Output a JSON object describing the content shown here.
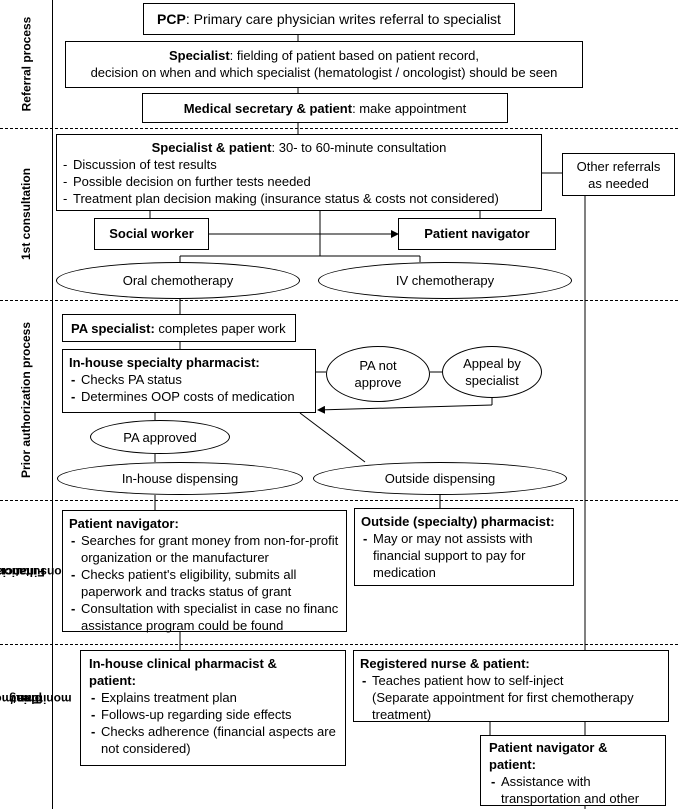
{
  "sections": {
    "referral": "Referral process",
    "consult": "1st consultation",
    "prior": "Prior authorization process",
    "financial_1": "Financial",
    "financial_2": "consultation",
    "treatment_1": "Treatment",
    "treatment_2": "plan /",
    "treatment_3": "monitoring"
  },
  "referral": {
    "pcp_bold": "PCP",
    "pcp_text": ": Primary care physician writes referral to specialist",
    "spec_bold": "Specialist",
    "spec_text1": ": fielding of patient based on patient record,",
    "spec_text2": "decision on when and which specialist (hematologist / oncologist) should be seen",
    "sec_bold": "Medical secretary & patient",
    "sec_text": ": make appointment"
  },
  "consult": {
    "head_bold": "Specialist & patient",
    "head_text": ": 30- to 60-minute consultation",
    "items": [
      "Discussion of test results",
      "Possible decision on further tests needed",
      "Treatment plan decision making (insurance status & costs not considered)"
    ],
    "other_1": "Other referrals",
    "other_2": "as needed",
    "social": "Social worker",
    "navigator": "Patient navigator",
    "oral": "Oral chemotherapy",
    "iv": "IV chemotherapy"
  },
  "prior": {
    "pa_bold": "PA specialist:",
    "pa_text": " completes paper work",
    "pharm_title": "In-house specialty pharmacist:",
    "pharm_items": [
      "Checks PA status",
      "Determines OOP costs of medication"
    ],
    "not_approve_1": "PA not",
    "not_approve_2": "approve",
    "appeal_1": "Appeal by",
    "appeal_2": "specialist",
    "approved": "PA approved",
    "inhouse": "In-house dispensing",
    "outside": "Outside dispensing"
  },
  "financial": {
    "nav_title": "Patient navigator:",
    "nav_items": [
      "Searches for grant money from non-for-profit organization or the manufacturer",
      "Checks patient's eligibility, submits all paperwork and tracks status of grant",
      "Consultation with specialist in case no financ assistance program could be found"
    ],
    "out_title": "Outside (specialty) pharmacist:",
    "out_items": [
      "May or may not assists with financial support to pay for medication"
    ]
  },
  "treatment": {
    "clin_title_1": "In-house clinical pharmacist &",
    "clin_title_2": "patient:",
    "clin_items": [
      "Explains treatment plan",
      "Follows-up regarding side effects",
      "Checks adherence (financial aspects are not considered)"
    ],
    "rn_title": "Registered nurse & patient:",
    "rn_item_1": "Teaches patient how to self-inject",
    "rn_item_2": "(Separate appointment for first chemotherapy treatment)",
    "pn_title_1": "Patient navigator &",
    "pn_title_2": "patient:",
    "pn_items": [
      "Assistance with transportation and other"
    ]
  }
}
